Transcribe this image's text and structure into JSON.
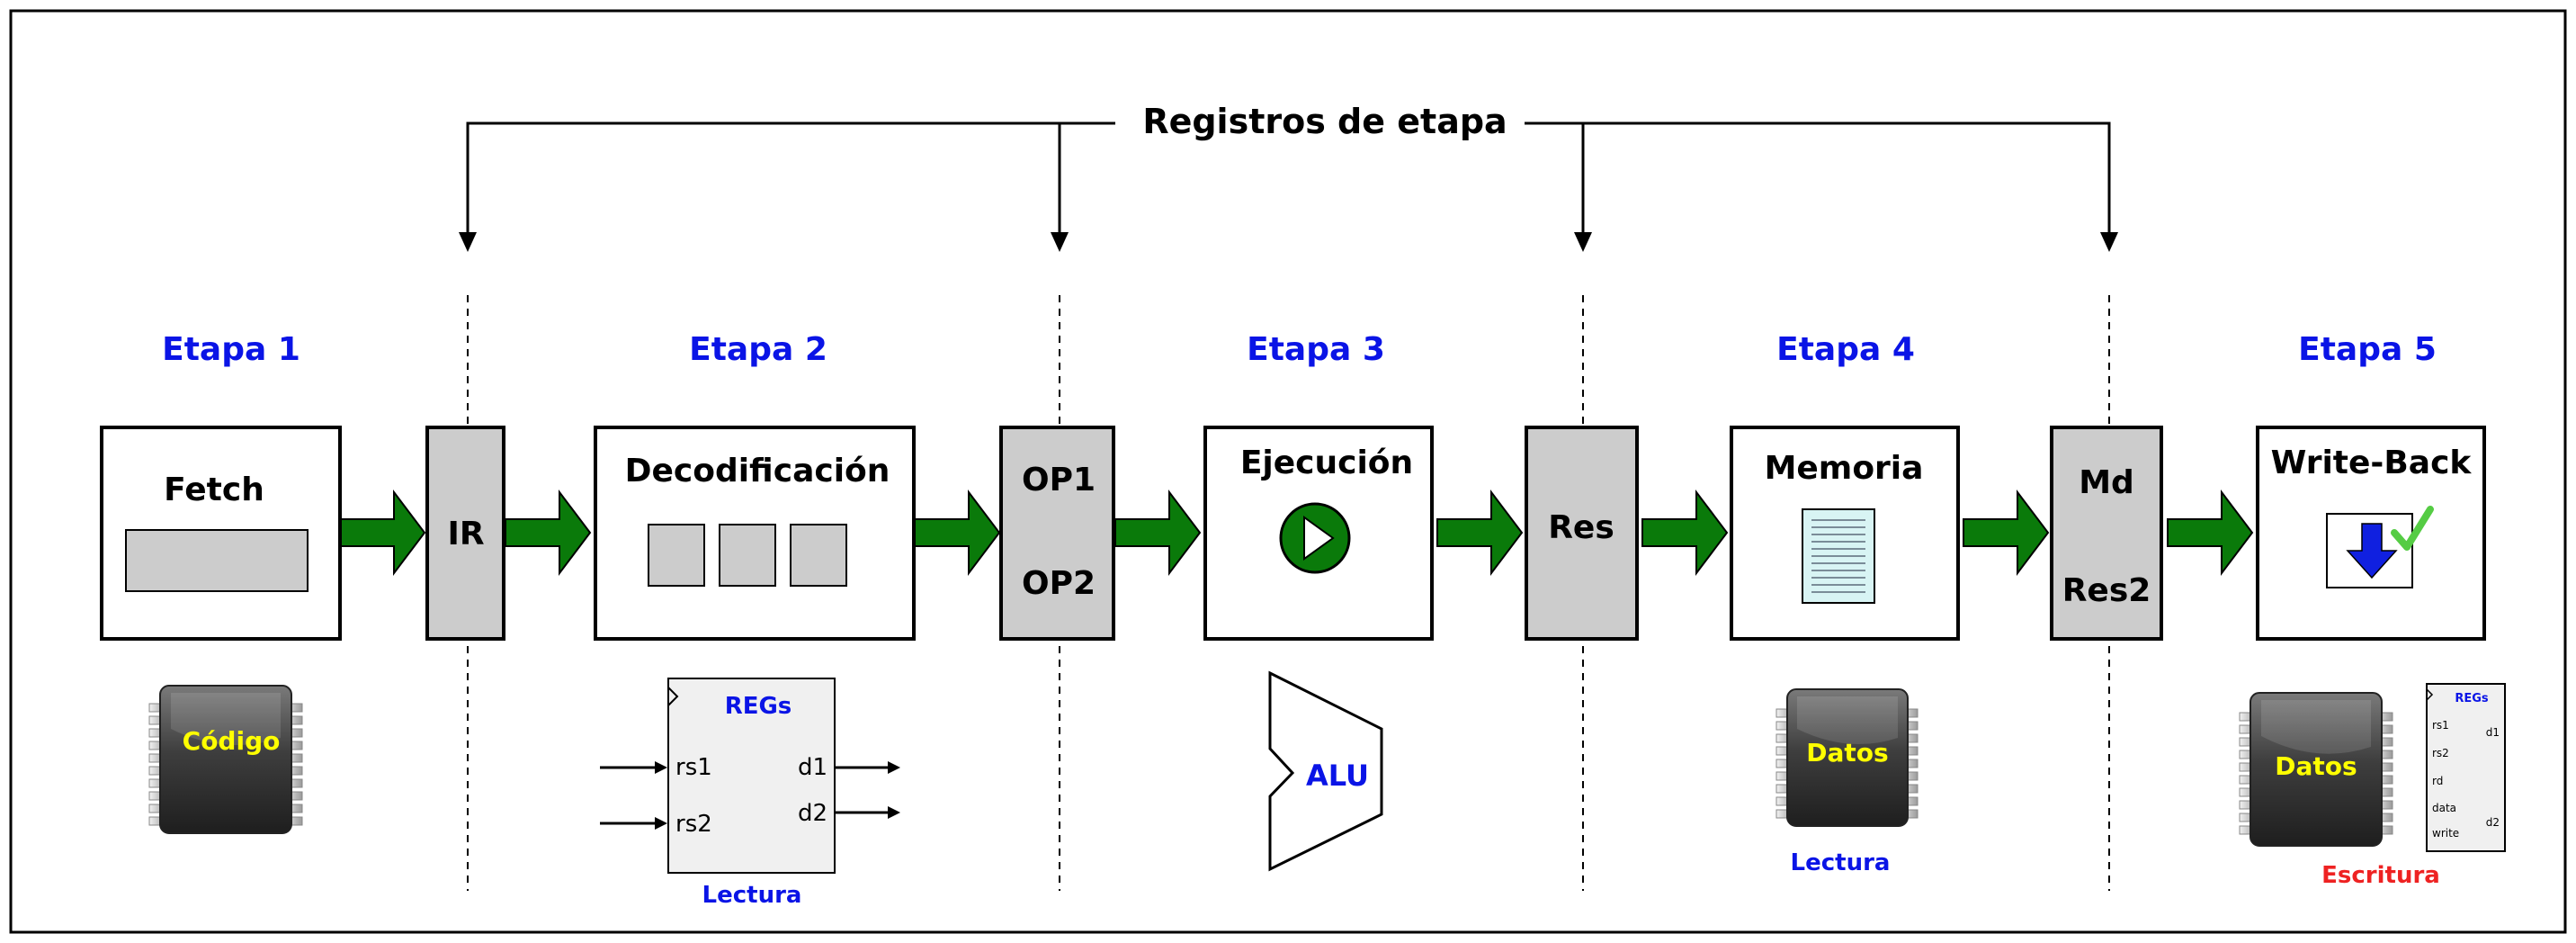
{
  "header": {
    "label": "Registros de etapa"
  },
  "stages": [
    {
      "label": "Etapa 1",
      "box": "Fetch"
    },
    {
      "label": "Etapa 2",
      "box": "Decodificación"
    },
    {
      "label": "Etapa 3",
      "box": "Ejecución"
    },
    {
      "label": "Etapa 4",
      "box": "Memoria"
    },
    {
      "label": "Etapa 5",
      "box": "Write-Back"
    }
  ],
  "registers": {
    "ir": "IR",
    "op1": "OP1",
    "op2": "OP2",
    "res": "Res",
    "md": "Md",
    "res2": "Res2"
  },
  "chips": {
    "code": "Código",
    "data_read": "Datos",
    "data_write": "Datos"
  },
  "regfile": {
    "title": "REGs",
    "rs1": "rs1",
    "rs2": "rs2",
    "d1": "d1",
    "d2": "d2",
    "caption": "Lectura"
  },
  "regfile_small": {
    "title": "REGs",
    "rs1": "rs1",
    "rs2": "rs2",
    "rd": "rd",
    "data": "data",
    "write": "write",
    "d1": "d1",
    "d2": "d2"
  },
  "alu": {
    "label": "ALU"
  },
  "captions": {
    "mem_read": "Lectura",
    "mem_write": "Escritura"
  },
  "colors": {
    "stage_label": "#0a14e6",
    "arrow_fill": "#0a7a0a",
    "register_fill": "#cccccc",
    "chip_text": "#ffff00",
    "write_caption": "#ee2222",
    "alu_text": "#0a14e6"
  }
}
